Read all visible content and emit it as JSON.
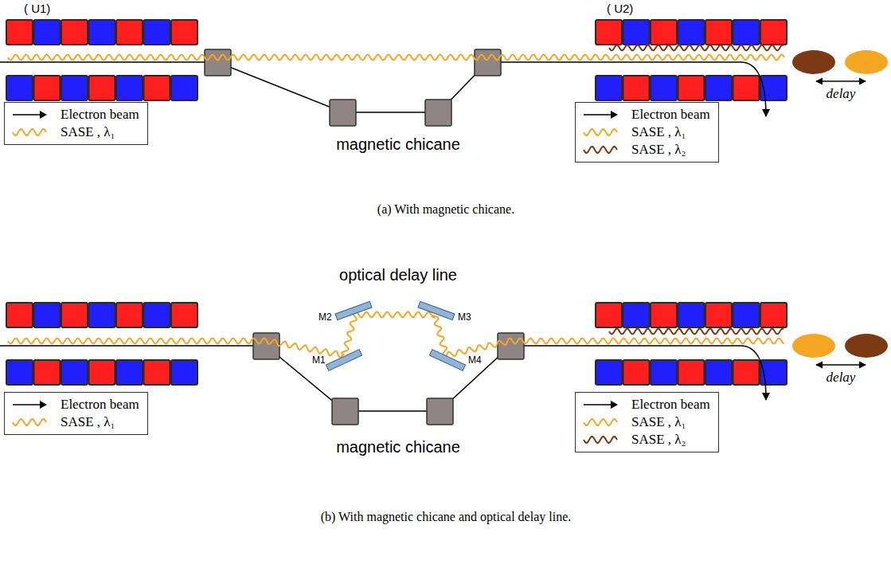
{
  "diagram": {
    "labels": [
      "( U1)",
      "( U2)",
      "magnetic chicane",
      "delay",
      "(a) With magnetic chicane.",
      "optical delay line",
      "M1",
      "M2",
      "M3",
      "M4",
      "magnetic chicane",
      "delay",
      "(b) With magnetic chicane and optical delay line."
    ],
    "legend": [
      {
        "text": "Electron beam"
      },
      {
        "text": "SASE , λ₁"
      },
      {
        "text": "Electron beam"
      },
      {
        "text": "SASE , λ₁"
      },
      {
        "text": "SASE , λ₂"
      },
      {
        "text": "Electron beam"
      },
      {
        "text": "SASE , λ₁"
      },
      {
        "text": "Electron beam"
      },
      {
        "text": "SASE , λ₁"
      },
      {
        "text": "SASE , λ₂"
      }
    ]
  }
}
